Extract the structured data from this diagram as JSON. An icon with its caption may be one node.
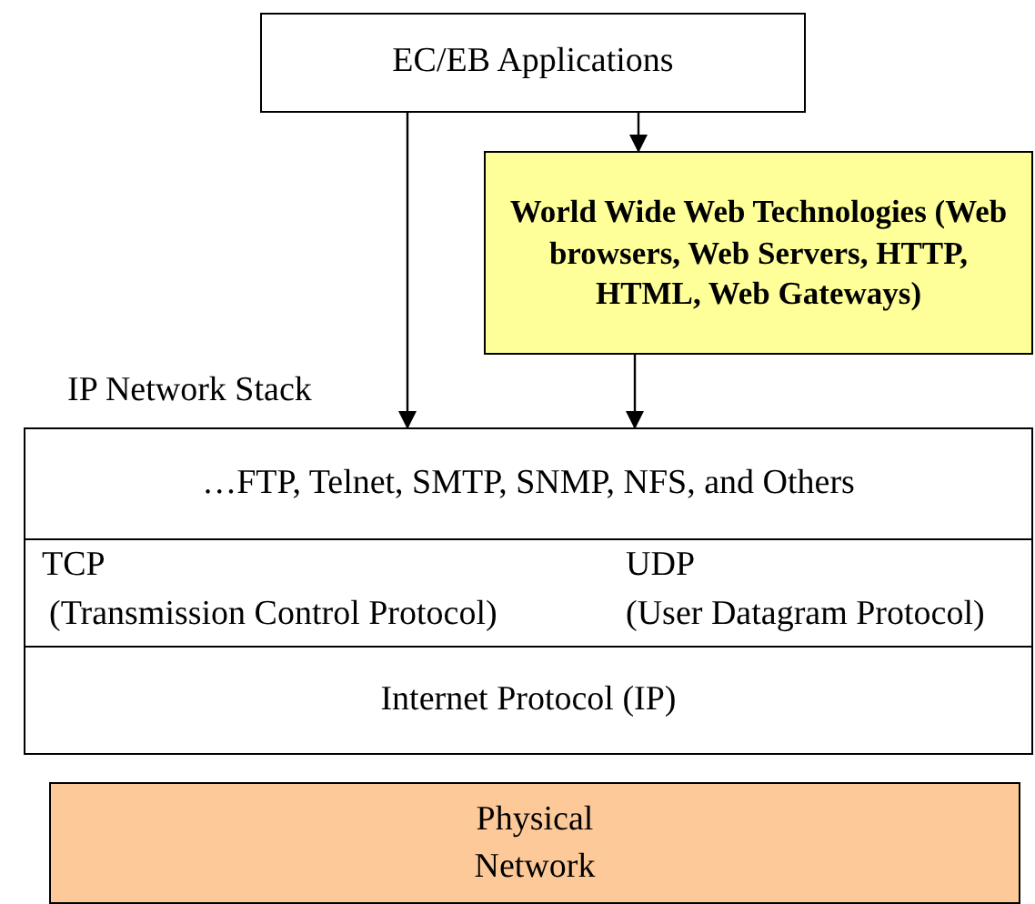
{
  "diagram": {
    "nodes": [
      {
        "text": [
          "EC/EB Applications"
        ]
      },
      {
        "text": [
          "World Wide Web Technologies (Web browsers, Web Servers, HTTP, HTML, Web Gateways)"
        ]
      },
      {
        "text": [
          "IP Network Stack"
        ]
      },
      {
        "text": [
          "…FTP, Telnet, SMTP, SNMP, NFS, and Others"
        ],
        "in": 2
      },
      {
        "text": [
          "TCP",
          "(Transmission Control Protocol)",
          "UDP",
          "(User Datagram Protocol)"
        ],
        "in": 2
      },
      {
        "text": [
          "Internet Protocol (IP)"
        ],
        "in": 2
      },
      {
        "text": [
          "Physical Network"
        ]
      }
    ],
    "edges": [
      {
        "from": 0,
        "to": 1,
        "arrow": "to"
      },
      {
        "from": 0,
        "to": 3,
        "arrow": "to"
      },
      {
        "from": 1,
        "to": 3,
        "arrow": "to"
      }
    ]
  }
}
